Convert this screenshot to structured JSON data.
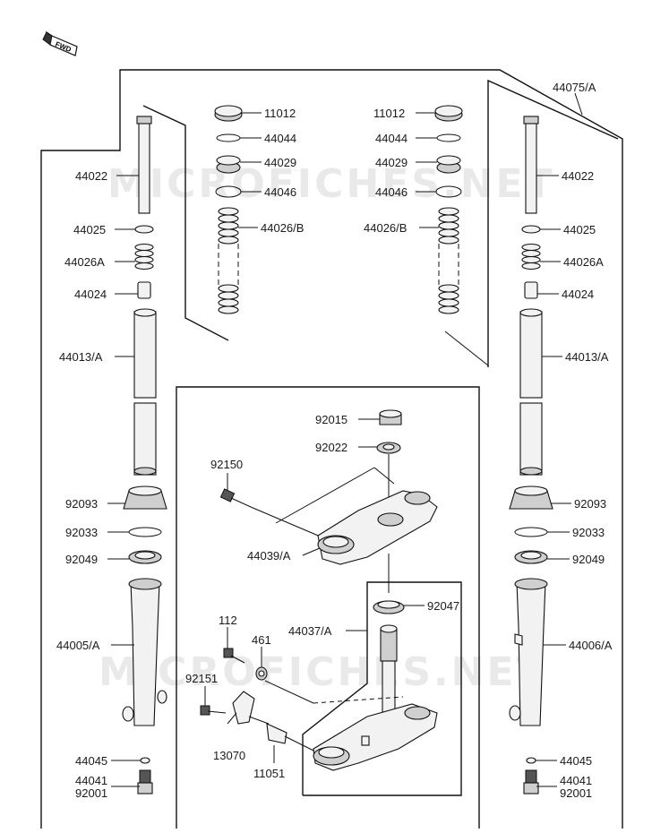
{
  "badge": {
    "text": "FWD"
  },
  "watermark": {
    "text": "MICROFICHES.NET"
  },
  "labels": {
    "l11012": "11012",
    "r11012": "11012",
    "l44044": "44044",
    "r44044": "44044",
    "l44029": "44029",
    "r44029": "44029",
    "l44046": "44046",
    "r44046": "44046",
    "l44026B": "44026/B",
    "r44026B": "44026/B",
    "p44075A": "44075/A",
    "l44022": "44022",
    "r44022": "44022",
    "l44025": "44025",
    "r44025": "44025",
    "l44026A": "44026A",
    "r44026A": "44026A",
    "l44024": "44024",
    "r44024": "44024",
    "l44013A": "44013/A",
    "r44013A": "44013/A",
    "l92093": "92093",
    "r92093": "92093",
    "l92033": "92033",
    "r92033": "92033",
    "l92049": "92049",
    "r92049": "92049",
    "p44005A": "44005/A",
    "p44006A": "44006/A",
    "l44045": "44045",
    "r44045": "44045",
    "l44041": "44041",
    "r44041": "44041",
    "l92001": "92001",
    "r92001": "92001",
    "p92015": "92015",
    "p92022": "92022",
    "p92150": "92150",
    "p44039A": "44039/A",
    "p92047": "92047",
    "p44037A": "44037/A",
    "p112": "112",
    "p461": "461",
    "p92151": "92151",
    "p13070": "13070",
    "p11051": "11051"
  }
}
